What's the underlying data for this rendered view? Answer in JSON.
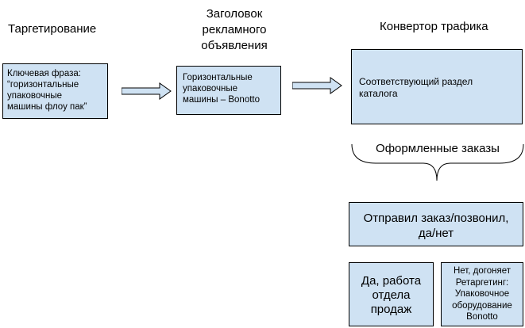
{
  "columns": {
    "targeting": {
      "title": "Таргетирование",
      "box": [
        "Ключевая фраза:",
        "“горизонтальные",
        "упаковочные",
        "машины флоу пак”"
      ]
    },
    "ad_title": {
      "title": [
        "Заголовок",
        "рекламного",
        "объявления"
      ],
      "box": [
        "Горизонтальные",
        "упаковочные",
        "машины – Bonotto"
      ]
    },
    "traffic_converter": {
      "title": "Конвертор трафика",
      "box": [
        "Соответствующий раздел",
        "каталога"
      ]
    }
  },
  "brace_label": "Оформленные заказы",
  "decision_box": [
    "Отправил заказ/позвонил,",
    "да/нет"
  ],
  "outcomes": {
    "yes": [
      "Да, работа",
      "отдела",
      "продаж"
    ],
    "no": [
      "Нет, догоняет",
      "Ретаргетинг:",
      "Упаковочное",
      "оборудование",
      "Bonotto"
    ]
  },
  "colors": {
    "box_fill": "#cfe2f3",
    "stroke": "#000000"
  }
}
